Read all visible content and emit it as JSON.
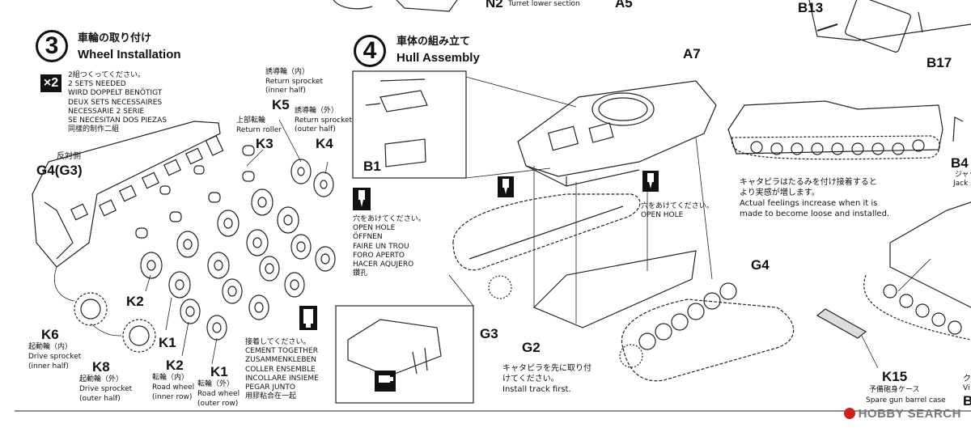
{
  "top": {
    "n2_label": "N2",
    "turret_lower": "Turret lower section",
    "a5_label": "A5",
    "b13_label": "B13",
    "b17_label": "B17"
  },
  "step3": {
    "number": "3",
    "title_jp": "車輪の取り付け",
    "title_en": "Wheel Installation",
    "qty_badge": "×2",
    "sets_needed": [
      "2組つくってください。",
      "2 SETS NEEDED",
      "WIRD DOPPELT BENÖTIGT",
      "DEUX SETS NECESSAIRES",
      "NECESSARIE 2 SERIE",
      "SE NECESITAN DOS PIEZAS",
      "同樣的制作二組"
    ],
    "opposite_jp": "反対側",
    "g4g3": "G4(G3)",
    "k5_jp": "誘導輪（内）",
    "k5_en1": "Return sprocket",
    "k5_en2": "(inner half)",
    "k5": "K5",
    "k4_jp": "誘導輪（外）",
    "k4_en1": "Return sprocket",
    "k4_en2": "(outer half)",
    "k4": "K4",
    "k3_jp": "上部転輪",
    "k3_en": "Return roller",
    "k3": "K3",
    "k2a": "K2",
    "k1a": "K1",
    "k6": "K6",
    "k6_jp": "起動輪（内）",
    "k6_en1": "Drive sprocket",
    "k6_en2": "(inner half)",
    "k8": "K8",
    "k8_jp": "起動輪（外）",
    "k8_en1": "Drive sprocket",
    "k8_en2": "(outer half)",
    "k2b": "K2",
    "k2b_jp": "転輪（内）",
    "k2b_en1": "Road wheel",
    "k2b_en2": "(inner row)",
    "k1b": "K1",
    "k1b_jp": "転輪（外）",
    "k1b_en1": "Road wheel",
    "k1b_en2": "(outer row)"
  },
  "step4": {
    "number": "4",
    "title_jp": "車体の組み立て",
    "title_en": "Hull Assembly",
    "a7": "A7",
    "b1": "B1",
    "open_hole_left": [
      "穴をあけてください。",
      "OPEN HOLE",
      "ÖFFNEN",
      "FAIRE UN TROU",
      "FORO APERTO",
      "HACER AQUJERO",
      "鑽孔"
    ],
    "open_hole_right": [
      "穴をあけてください。",
      "OPEN HOLE"
    ],
    "cement": [
      "接着してください。",
      "CEMENT TOGETHER",
      "ZUSAMMENKLEBEN",
      "COLLER ENSEMBLE",
      "INCOLLARE INSIEME",
      "PEGAR JUNTO",
      "用膠粘合在一起"
    ],
    "g3": "G3",
    "g2": "G2",
    "g4": "G4",
    "install_track": [
      "キャタピラを先に取り付",
      "けてください。",
      "Install track first."
    ],
    "track_note": [
      "キャタピラはたるみを付け接着すると",
      "より実感が増します。",
      "Actual feelings increase when it is",
      "made to become loose and installed."
    ],
    "b4": "B4",
    "jack_jp": "ジャッ",
    "jack_en": "Jack",
    "k15": "K15",
    "k15_jp": "予備砲身ケース",
    "k15_en": "Spare gun barrel case",
    "edge_jp": "ク",
    "edge_en": "Vi",
    "edge_b": "B"
  },
  "watermark": "HOBBY SEARCH"
}
